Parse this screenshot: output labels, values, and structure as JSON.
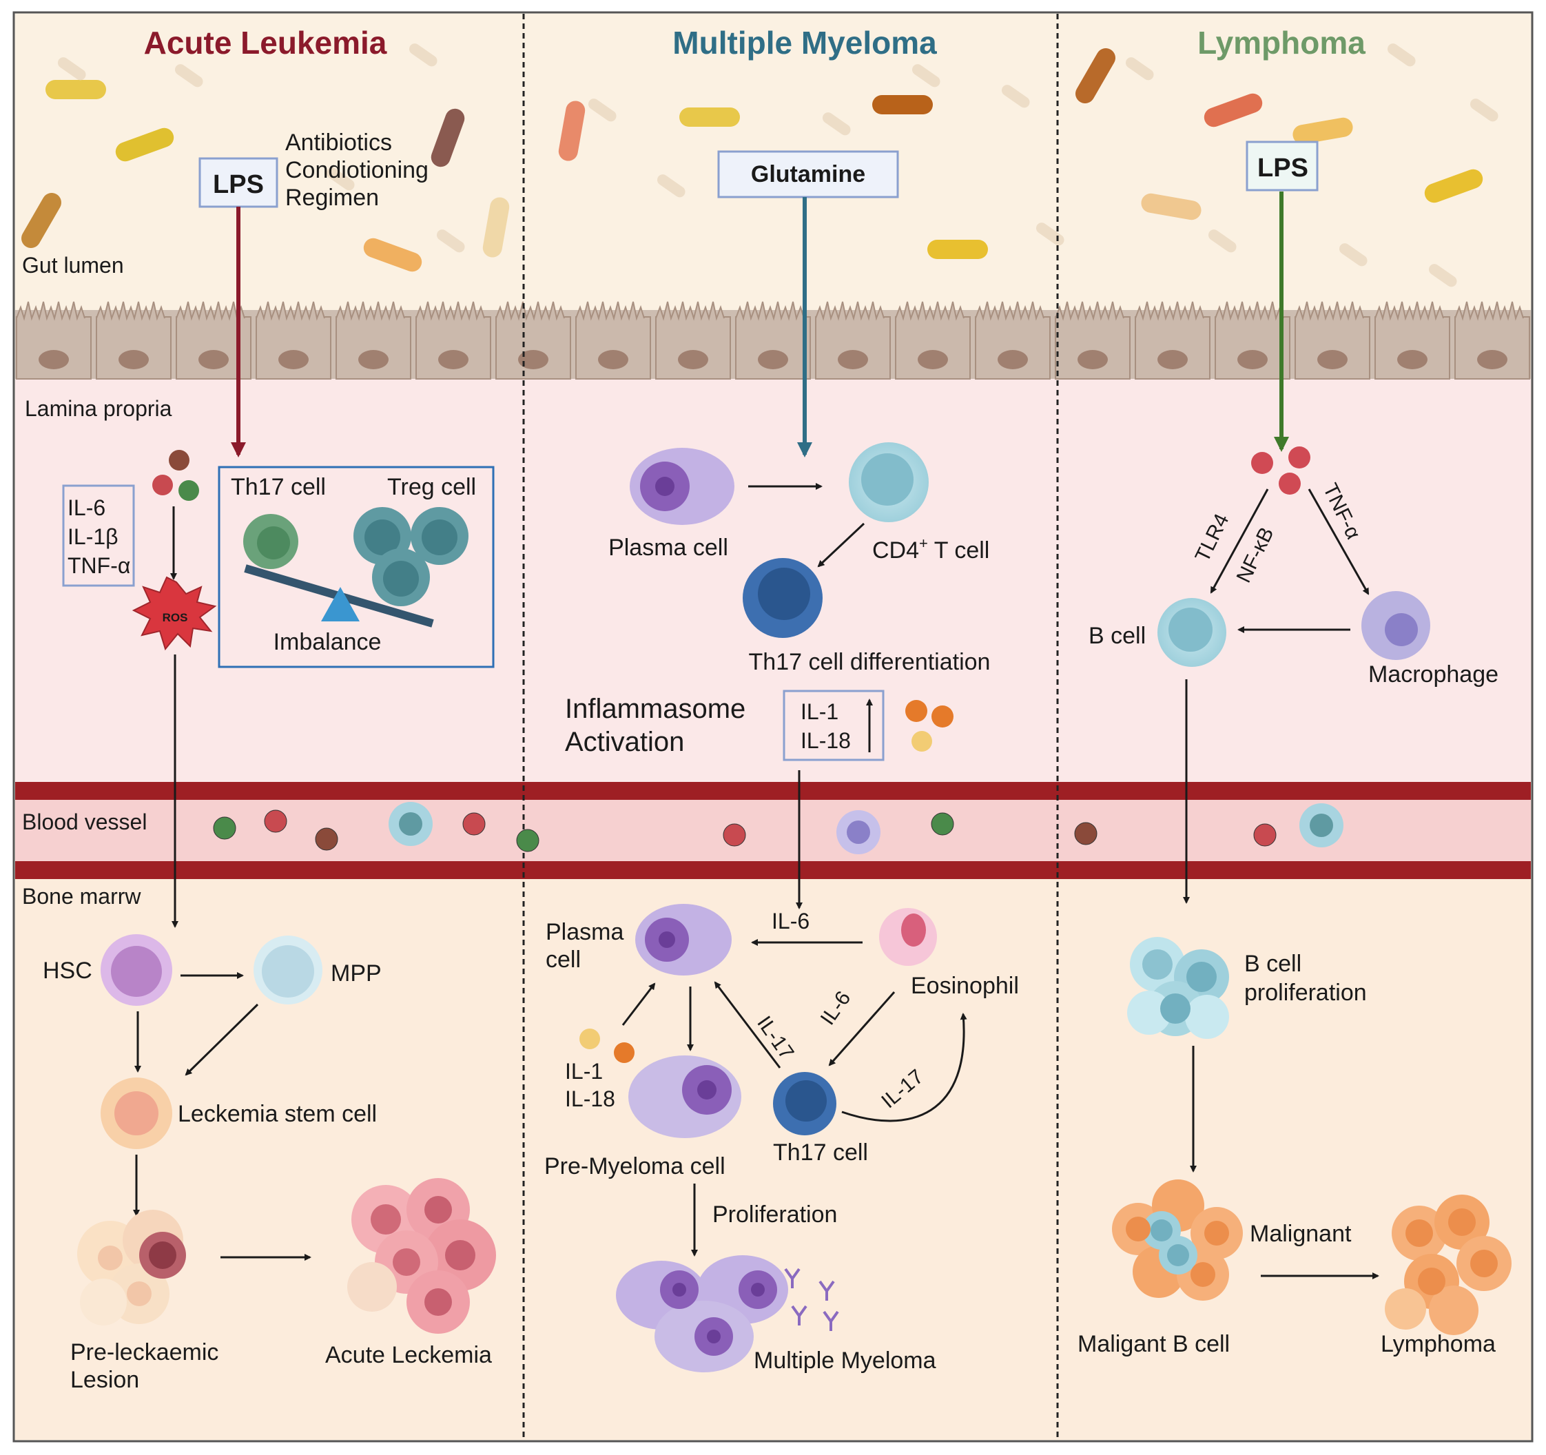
{
  "columns": {
    "acute_leukemia": {
      "title": "Acute Leukemia",
      "lps": "LPS",
      "treatment": [
        "Antibiotics",
        "Condiotioning",
        "Regimen"
      ],
      "cytokines": [
        "IL-6",
        "IL-1β",
        "TNF-α"
      ],
      "ros": "ROS",
      "th17": "Th17 cell",
      "treg": "Treg cell",
      "imbalance": "Imbalance",
      "hsc": "HSC",
      "mpp": "MPP",
      "lsc": "Leckemia stem cell",
      "pre_lesion": [
        "Pre-leckaemic",
        "Lesion"
      ],
      "acute": "Acute Leckemia"
    },
    "multiple_myeloma": {
      "title": "Multiple Myeloma",
      "glutamine": "Glutamine",
      "plasma_cell": "Plasma cell",
      "cd4": "CD4",
      "cd4_sup": "+",
      "cd4_rest": " T cell",
      "th17_diff": "Th17 cell differentiation",
      "inflammasome": [
        "Inflammasome",
        "Activation"
      ],
      "il_box": [
        "IL-1",
        "IL-18"
      ],
      "bm_plasma": [
        "Plasma",
        "cell"
      ],
      "il6_top": "IL-6",
      "eosinophil": "Eosinophil",
      "il17_a": "IL-17",
      "il6_b": "IL-6",
      "il17_c": "IL-17",
      "il_small": [
        "IL-1",
        "IL-18"
      ],
      "th17_cell": "Th17 cell",
      "pre_myeloma": "Pre-Myeloma  cell",
      "proliferation": "Proliferation",
      "mm": "Multiple Myeloma"
    },
    "lymphoma": {
      "title": "Lymphoma",
      "lps": "LPS",
      "tlr4": "TLR4",
      "nfkb": "NF-κB",
      "tnfa": "TNF-α",
      "bcell": "B cell",
      "macrophage": "Macrophage",
      "bprolif": [
        "B cell",
        "proliferation"
      ],
      "malignant": "Malignant",
      "malig_b": "Maligant B cell",
      "lymphoma": "Lymphoma"
    }
  },
  "layers": {
    "gut_lumen": "Gut lumen",
    "lamina_propria": "Lamina propria",
    "blood_vessel": "Blood vessel",
    "bone_marrow": "Bone marrw"
  },
  "colors": {
    "leukemia": "#8b1a2b",
    "myeloma": "#2f6e86",
    "lymphoma": "#6e9a68",
    "lps_text": "#3a6fb0",
    "lps_lymph_text": "#1f9a8a"
  }
}
